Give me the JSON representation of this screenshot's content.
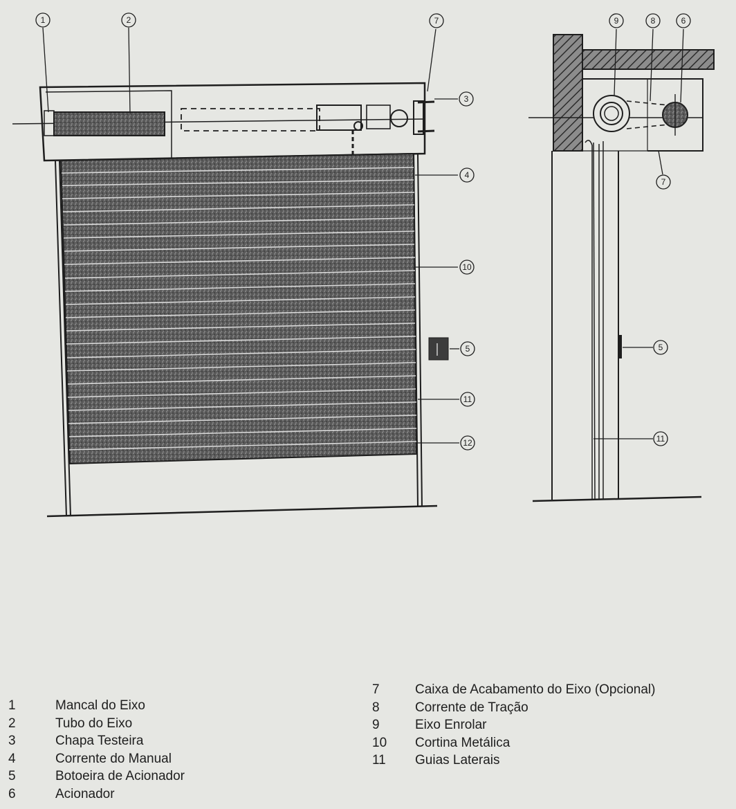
{
  "callouts": {
    "front": {
      "c1": "1",
      "c2": "2",
      "c7": "7",
      "c3": "3",
      "c4": "4",
      "c10": "10",
      "c5": "5",
      "c11": "11",
      "c12": "12"
    },
    "side": {
      "c9": "9",
      "c8": "8",
      "c6": "6",
      "c7": "7",
      "c5": "5",
      "c11": "11"
    }
  },
  "legend": {
    "left": [
      {
        "num": "1",
        "label": "Mancal do Eixo"
      },
      {
        "num": "2",
        "label": "Tubo do Eixo"
      },
      {
        "num": "3",
        "label": "Chapa Testeira"
      },
      {
        "num": "4",
        "label": "Corrente do Manual"
      },
      {
        "num": "5",
        "label": "Botoeira de Acionador"
      },
      {
        "num": "6",
        "label": "Acionador"
      }
    ],
    "right": [
      {
        "num": "7",
        "label": "Caixa de Acabamento do Eixo (Opcional)"
      },
      {
        "num": "8",
        "label": "Corrente de Tração"
      },
      {
        "num": "9",
        "label": "Eixo Enrolar"
      },
      {
        "num": "10",
        "label": "Cortina Metálica"
      },
      {
        "num": "11",
        "label": "Guias Laterais"
      }
    ]
  },
  "colors": {
    "paper": "#e6e7e3",
    "ink": "#1e1e1e",
    "curtain": "#4a4a4a",
    "hatch": "#3a3a3a"
  }
}
